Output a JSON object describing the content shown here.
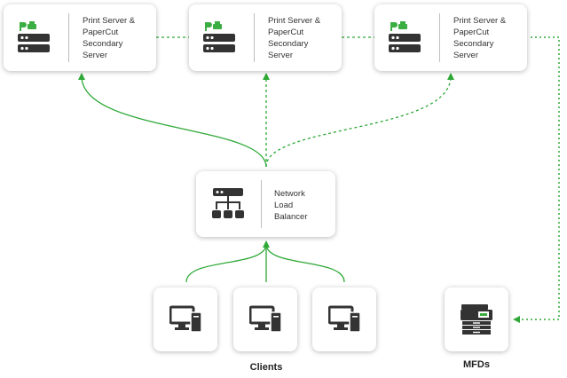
{
  "servers": [
    {
      "label_lines": [
        "Print Server &",
        "PaperCut",
        "Secondary",
        "Server"
      ]
    },
    {
      "label_lines": [
        "Print Server &",
        "PaperCut",
        "Secondary",
        "Server"
      ]
    },
    {
      "label_lines": [
        "Print Server &",
        "PaperCut",
        "Secondary",
        "Server"
      ]
    }
  ],
  "load_balancer": {
    "label_lines": [
      "Network",
      "Load",
      "Balancer"
    ]
  },
  "clients_caption": "Clients",
  "mfds_caption": "MFDs",
  "colors": {
    "connector": "#2ea836",
    "icon": "#333333",
    "accent": "#3aae43"
  }
}
